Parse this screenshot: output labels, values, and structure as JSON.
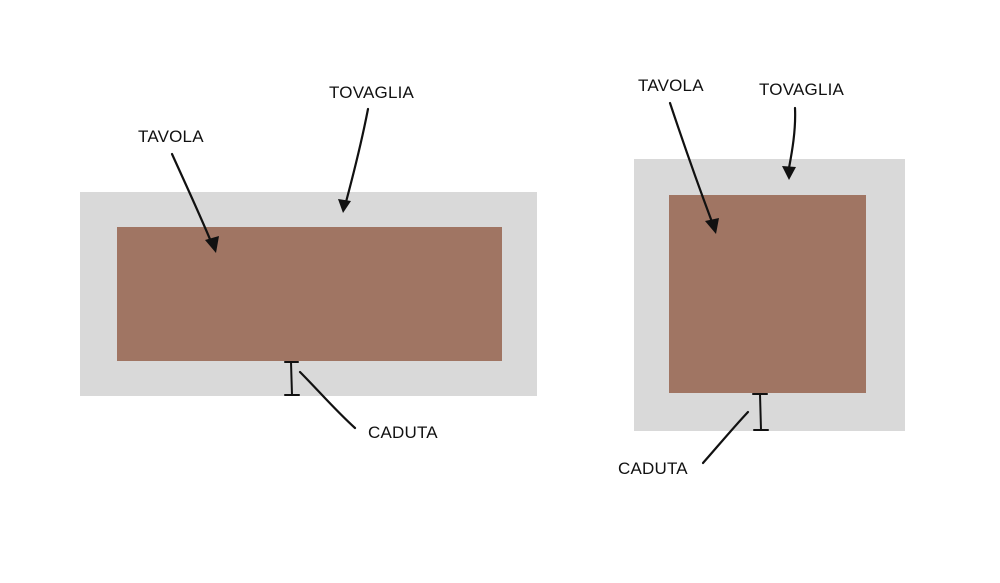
{
  "colors": {
    "background": "#ffffff",
    "tablecloth": "#d9d9d9",
    "table": "#a07563",
    "ink": "#111111"
  },
  "diagrams": [
    {
      "shape": "rectangular",
      "labels": {
        "table": "TAVOLA",
        "tablecloth": "TOVAGLIA",
        "drop": "CADUTA"
      }
    },
    {
      "shape": "square",
      "labels": {
        "table": "TAVOLA",
        "tablecloth": "TOVAGLIA",
        "drop": "CADUTA"
      }
    }
  ]
}
